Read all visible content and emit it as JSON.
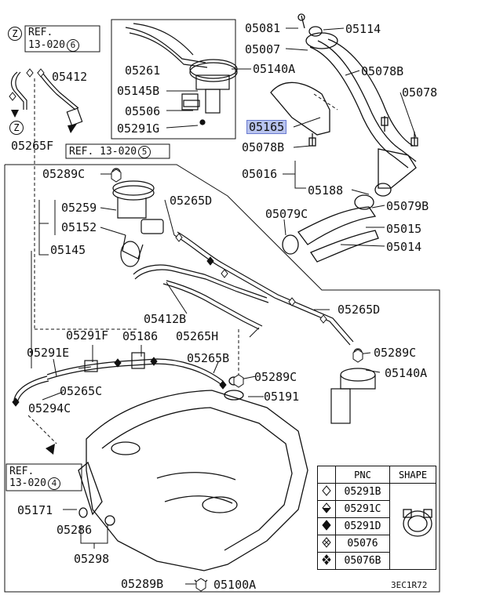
{
  "diagram_code": "3EC1R72",
  "references": {
    "top_left": {
      "zone": "Z",
      "ref_line1": "REF.",
      "ref_line2": "13-020",
      "num": "6"
    },
    "mid": {
      "ref": "REF. 13-020",
      "num": "5"
    },
    "bottom_left": {
      "ref_line1": "REF.",
      "ref_line2": "13-020",
      "num": "4"
    },
    "zone_marker": "Z"
  },
  "labels": {
    "p05412_top": "05412",
    "p05265F": "05265F",
    "p05261": "05261",
    "p05145B": "05145B",
    "p05506": "05506",
    "p05291G": "05291G",
    "p05140A_top": "05140A",
    "p05081": "05081",
    "p05114": "05114",
    "p05007": "05007",
    "p05078B_top": "05078B",
    "p05078": "05078",
    "p05165": "05165",
    "p05078B_mid": "05078B",
    "p05016": "05016",
    "p05188": "05188",
    "p05079C": "05079C",
    "p05079B": "05079B",
    "p05015": "05015",
    "p05014": "05014",
    "p05289C_1": "05289C",
    "p05259": "05259",
    "p05152": "05152",
    "p05145": "05145",
    "p05265D_1": "05265D",
    "p05412B": "05412B",
    "p05265H": "05265H",
    "p05265D_2": "05265D",
    "p05289C_2": "05289C",
    "p05140A_bot": "05140A",
    "p05291F": "05291F",
    "p05186": "05186",
    "p05291E": "05291E",
    "p05265B": "05265B",
    "p05289C_3": "05289C",
    "p05265C": "05265C",
    "p05191": "05191",
    "p05294C": "05294C",
    "p05171": "05171",
    "p05286": "05286",
    "p05298": "05298",
    "p05289B": "05289B",
    "p05100A": "05100A"
  },
  "legend": {
    "col_pnc": "PNC",
    "col_shape": "SHAPE",
    "rows": [
      {
        "symbol": "diamond-outline",
        "pnc": "05291B"
      },
      {
        "symbol": "diamond-half",
        "pnc": "05291C"
      },
      {
        "symbol": "diamond-filled",
        "pnc": "05291D"
      },
      {
        "symbol": "diamond-cross",
        "pnc": "05076"
      },
      {
        "symbol": "diamond-filled-cross",
        "pnc": "05076B"
      }
    ]
  }
}
